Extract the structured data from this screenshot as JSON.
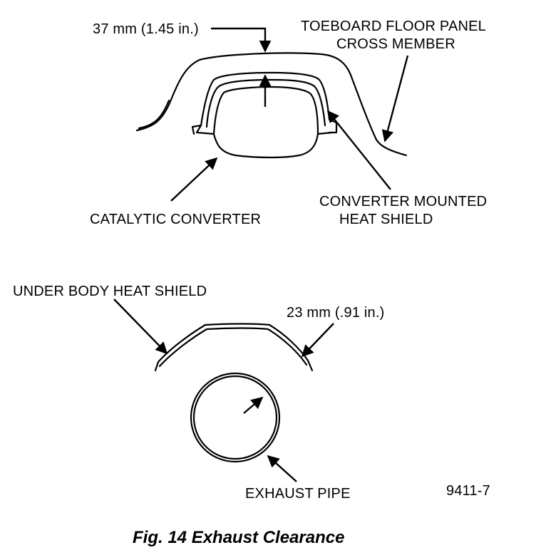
{
  "labels": {
    "clearance_top": "37 mm (1.45 in.)",
    "toeboard_line1": "TOEBOARD FLOOR PANEL",
    "toeboard_line2": "CROSS MEMBER",
    "converter_shield_line1": "CONVERTER MOUNTED",
    "converter_shield_line2": "HEAT SHIELD",
    "catalytic_converter": "CATALYTIC CONVERTER",
    "under_body_shield": "UNDER BODY HEAT SHIELD",
    "clearance_bottom": "23 mm (.91 in.)",
    "exhaust_pipe": "EXHAUST PIPE",
    "figure_code": "9411-7"
  },
  "caption": "Fig. 14 Exhaust Clearance",
  "colors": {
    "ink": "#000000",
    "background": "#ffffff"
  }
}
